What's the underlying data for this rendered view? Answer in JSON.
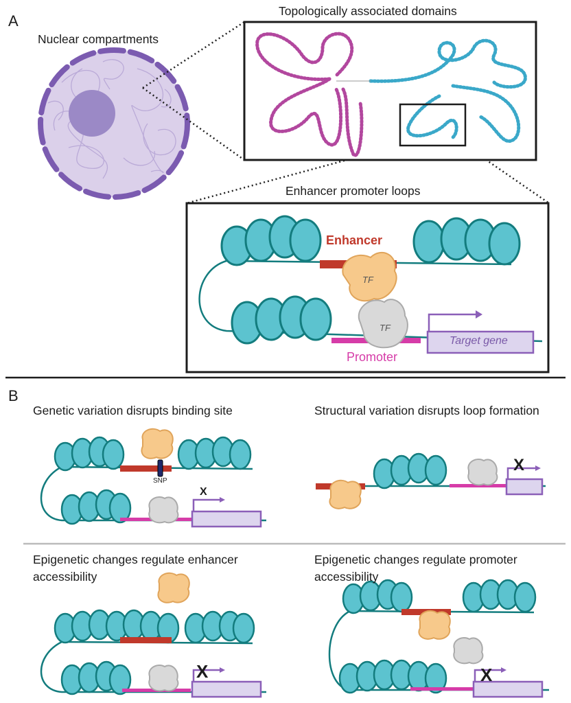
{
  "panel_a": {
    "letter": "A",
    "nuclear_label": "Nuclear compartments",
    "tad_label": "Topologically associated domains",
    "loops_label": "Enhancer promoter loops",
    "enhancer_label": "Enhancer",
    "promoter_label": "Promoter",
    "tf_label": "TF",
    "target_gene_label": "Target gene"
  },
  "panel_b": {
    "letter": "B",
    "scenarios": [
      {
        "caption": "Genetic variation disrupts binding site",
        "snp_label": "SNP",
        "mark": "X"
      },
      {
        "caption": "Structural variation disrupts loop formation",
        "mark": "X"
      },
      {
        "caption": "Epigenetic changes regulate enhancer accessibility",
        "mark": "X"
      },
      {
        "caption": "Epigenetic changes regulate promoter accessibility",
        "mark": "X"
      }
    ]
  },
  "colors": {
    "enhancer": "#c0392b",
    "promoter": "#d63ca8",
    "nucleosome": "#5cc3cf",
    "dna": "#137c7e",
    "gene_box": "#8b5fb8",
    "tad_left": "#b2479e",
    "tad_right": "#3aa8c9"
  }
}
